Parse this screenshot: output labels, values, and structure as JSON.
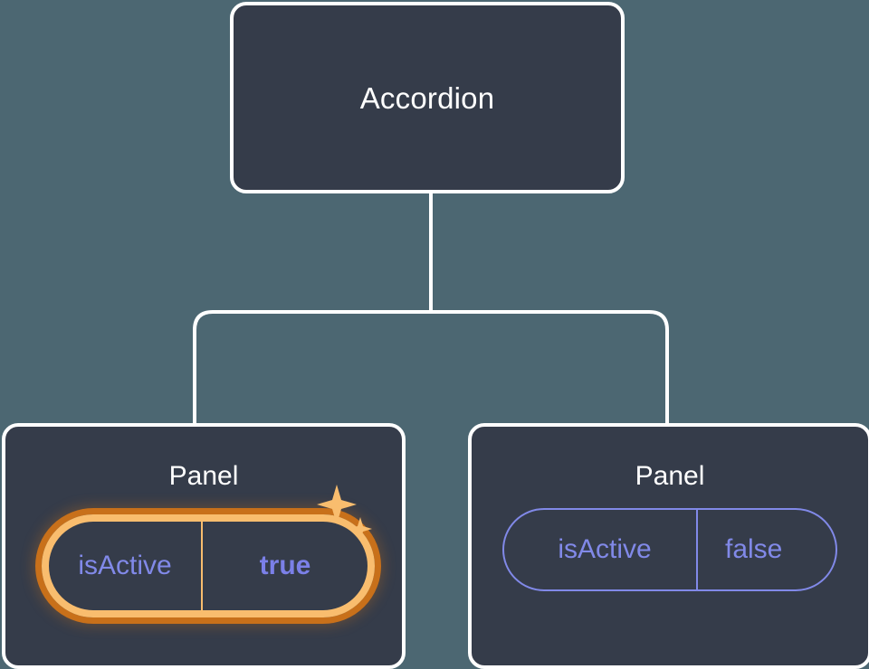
{
  "theme": {
    "background": "#4c6772",
    "card_fill": "#353c4a",
    "card_border": "#ffffff",
    "connector": "#ffffff",
    "accent_purple": "#8189e8",
    "accent_purple_bold": "#7b80e8",
    "highlight_outer": "#c8701a",
    "highlight_inner": "#f9bd6e",
    "sparkle": "#f9bd6e"
  },
  "tree": {
    "root": {
      "title": "Accordion"
    },
    "children": [
      {
        "title": "Panel",
        "highlighted": true,
        "prop": {
          "key": "isActive",
          "value": "true"
        },
        "sparkle_icon": "sparkles-icon"
      },
      {
        "title": "Panel",
        "highlighted": false,
        "prop": {
          "key": "isActive",
          "value": "false"
        }
      }
    ]
  }
}
